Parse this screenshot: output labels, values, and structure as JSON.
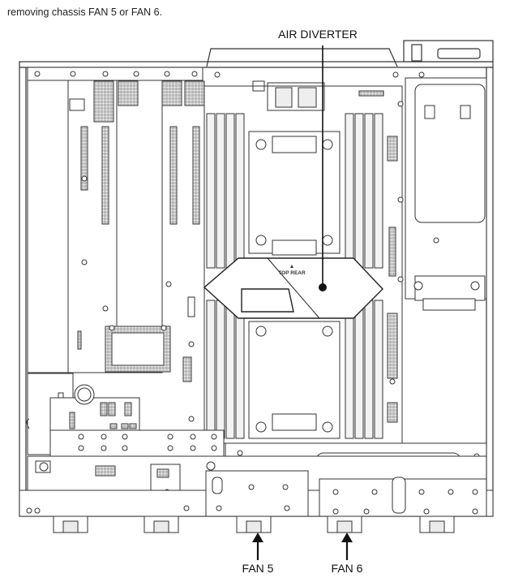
{
  "caption": "removing chassis FAN 5 or FAN 6.",
  "callouts": {
    "air_diverter": "AIR DIVERTER",
    "fan5": "FAN 5",
    "fan6": "FAN 6"
  },
  "component_text": {
    "top_rear": "TOP REAR"
  },
  "colors": {
    "line": "#333333",
    "fill_light": "#ffffff",
    "fill_gray": "#ebebeb",
    "hatch": "#777777"
  }
}
